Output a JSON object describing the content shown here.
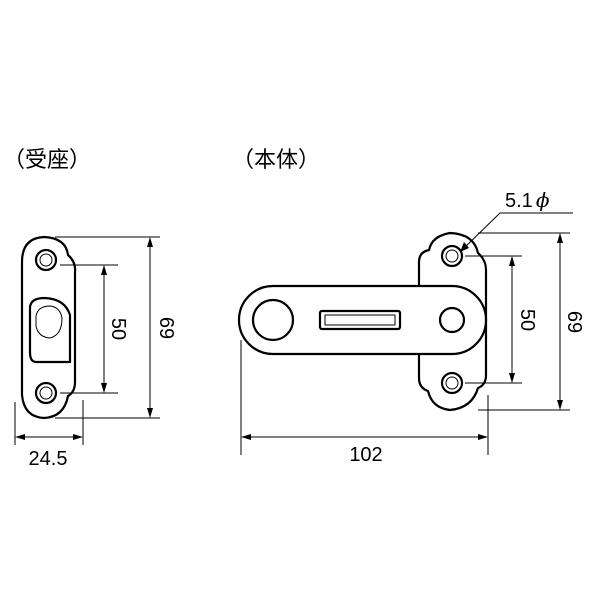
{
  "labels": {
    "strike_plate": "（受座）",
    "main_body": "（本体）"
  },
  "dimensions": {
    "strike_width": "24.5",
    "strike_hole_pitch": "50",
    "strike_height": "69",
    "body_length": "102",
    "body_hole_pitch": "50",
    "body_height": "69",
    "hole_diameter": "5.1",
    "diameter_symbol": "ϕ"
  }
}
